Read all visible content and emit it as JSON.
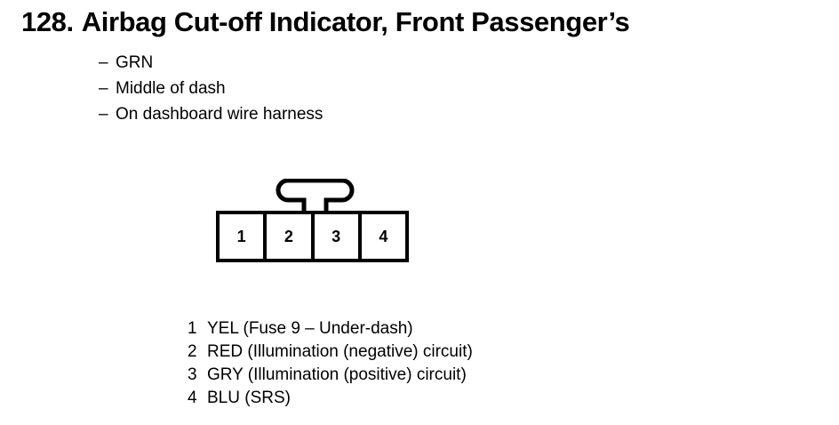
{
  "page": {
    "background_color": "#ffffff",
    "ink_color": "#000000"
  },
  "header": {
    "item_number": "128.",
    "title": "Airbag Cut-off Indicator, Front Passenger’s",
    "full_title": "128. Airbag Cut-off Indicator, Front Passenger’s"
  },
  "details": {
    "bullet_marker": "–",
    "items": [
      {
        "marker": "–",
        "text": "GRN"
      },
      {
        "marker": "–",
        "text": "Middle of dash"
      },
      {
        "marker": "–",
        "text": "On dashboard wire harness"
      }
    ]
  },
  "connector": {
    "name": "4-pin connector",
    "latch_label": "latch-tab",
    "pin_count": 4,
    "pins": [
      {
        "number": "1"
      },
      {
        "number": "2"
      },
      {
        "number": "3"
      },
      {
        "number": "4"
      }
    ]
  },
  "legend": {
    "rows": [
      {
        "number": "1",
        "text": "YEL (Fuse 9 – Under-dash)"
      },
      {
        "number": "2",
        "text": "RED (Illumination (negative) circuit)"
      },
      {
        "number": "3",
        "text": "GRY (Illumination (positive) circuit)"
      },
      {
        "number": "4",
        "text": "BLU (SRS)"
      }
    ]
  }
}
